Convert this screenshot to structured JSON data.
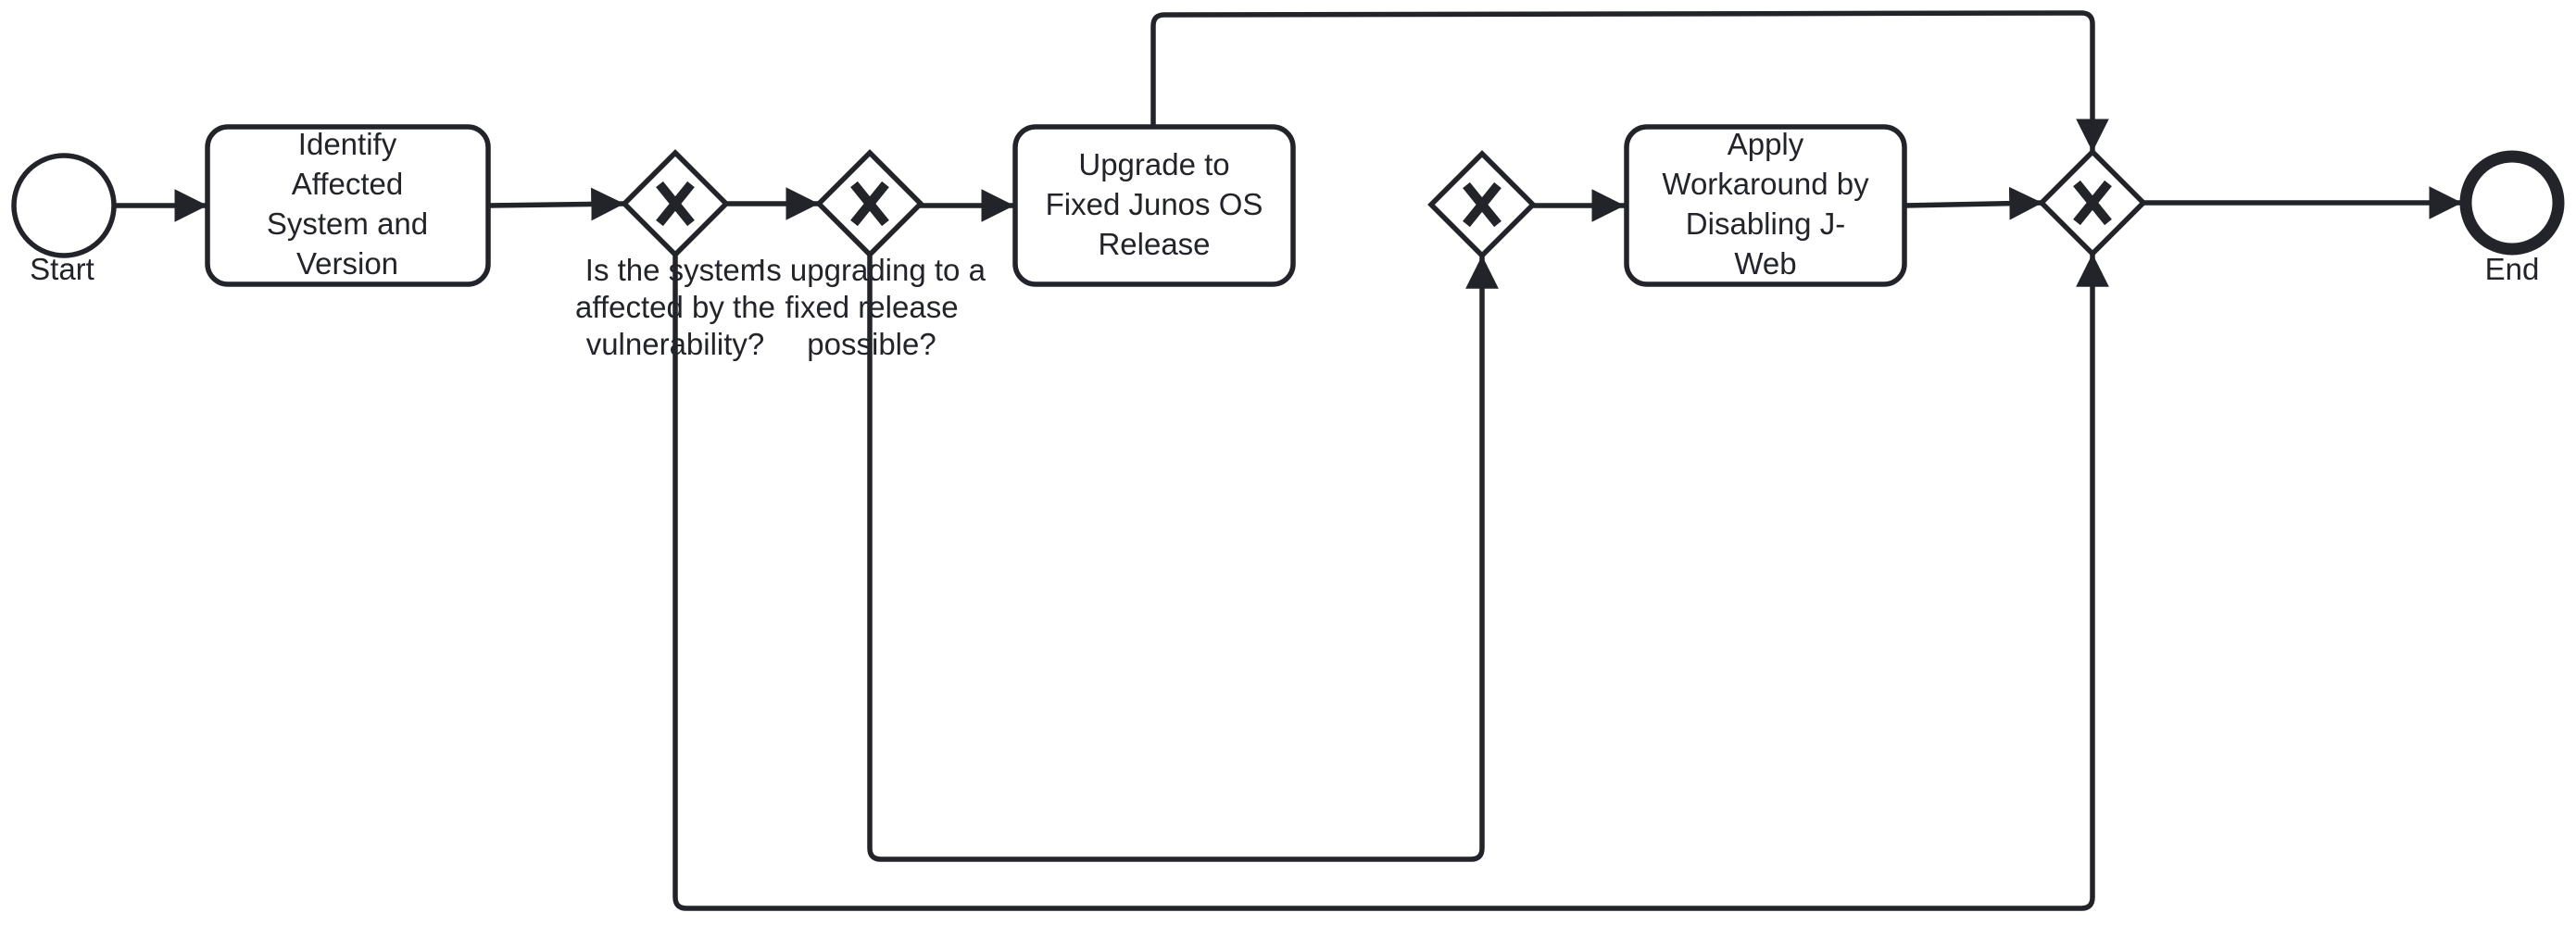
{
  "diagram": {
    "type": "bpmn-process",
    "colors": {
      "stroke": "#22242a",
      "fill": "#ffffff",
      "text": "#22242a"
    },
    "events": {
      "start": {
        "label": "Start"
      },
      "end": {
        "label": "End"
      }
    },
    "tasks": {
      "identify": {
        "lines": [
          "Identify",
          "Affected",
          "System and",
          "Version"
        ]
      },
      "upgrade": {
        "lines": [
          "Upgrade to",
          "Fixed Junos OS",
          "Release"
        ]
      },
      "workaround": {
        "lines": [
          "Apply",
          "Workaround by",
          "Disabling J-",
          "Web"
        ]
      }
    },
    "gateways": {
      "affected": {
        "kind": "exclusive",
        "lines": [
          "Is the system",
          "affected by the",
          "vulnerability?"
        ]
      },
      "upgrade_possible": {
        "kind": "exclusive",
        "lines": [
          "Is upgrading to a",
          "fixed release",
          "possible?"
        ]
      },
      "workaround_split": {
        "kind": "exclusive",
        "lines": []
      },
      "merge": {
        "kind": "exclusive",
        "lines": []
      }
    },
    "icons": {
      "gateway_marker": "x-mark-icon",
      "flow_arrow": "arrowhead-icon"
    }
  }
}
